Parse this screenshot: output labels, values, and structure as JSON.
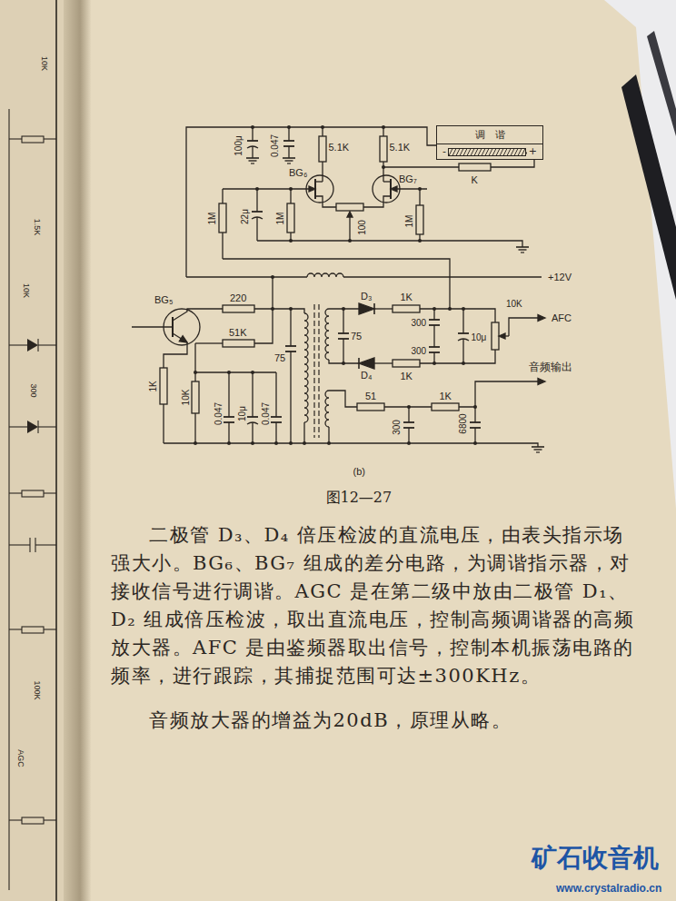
{
  "diagram": {
    "caption": "图12—27",
    "nodes": [
      {
        "text": [
          "调谐",
          "-",
          "+"
        ]
      }
    ],
    "labels": [
      "100μ",
      "0.047",
      "5.1K",
      "5.1K",
      "BG₆",
      "BG₇",
      "1M",
      "22μ",
      "1M",
      "100",
      "1M",
      "K",
      "+12V",
      "BG₅",
      "220",
      "D₃",
      "1K",
      "AFC",
      "75",
      "75",
      "300",
      "300",
      "10μ",
      "10K",
      "D₄",
      "1K",
      "51K",
      "音频输出",
      "1K",
      "10K",
      "0.047",
      "10μ",
      "0.047",
      "51",
      "300",
      "1K",
      "6800",
      "(b)",
      "二极管 D₃、D₄ 倍压检波的直流电压，由表头指示场强大小。BG₆、BG₇ 组成的差分电路，为调谐指示器，对接收信号进行调谐。AGC 是在第二级中放由二极管 D₁、D₂ 组成倍压检波，取出直流电压，控制高频调谐器的高频放大器。AFC 是由鉴频器取出信号，控制本机振荡电路的频率，进行跟踪，其捕捉范围可达±300KHz。",
      "音频放大器的增益为20dB，原理从略。",
      "10K",
      "1.5K",
      "10K",
      "300",
      "100K",
      "AGC",
      "矿石收音机",
      "www.crystalradio.cn"
    ]
  }
}
